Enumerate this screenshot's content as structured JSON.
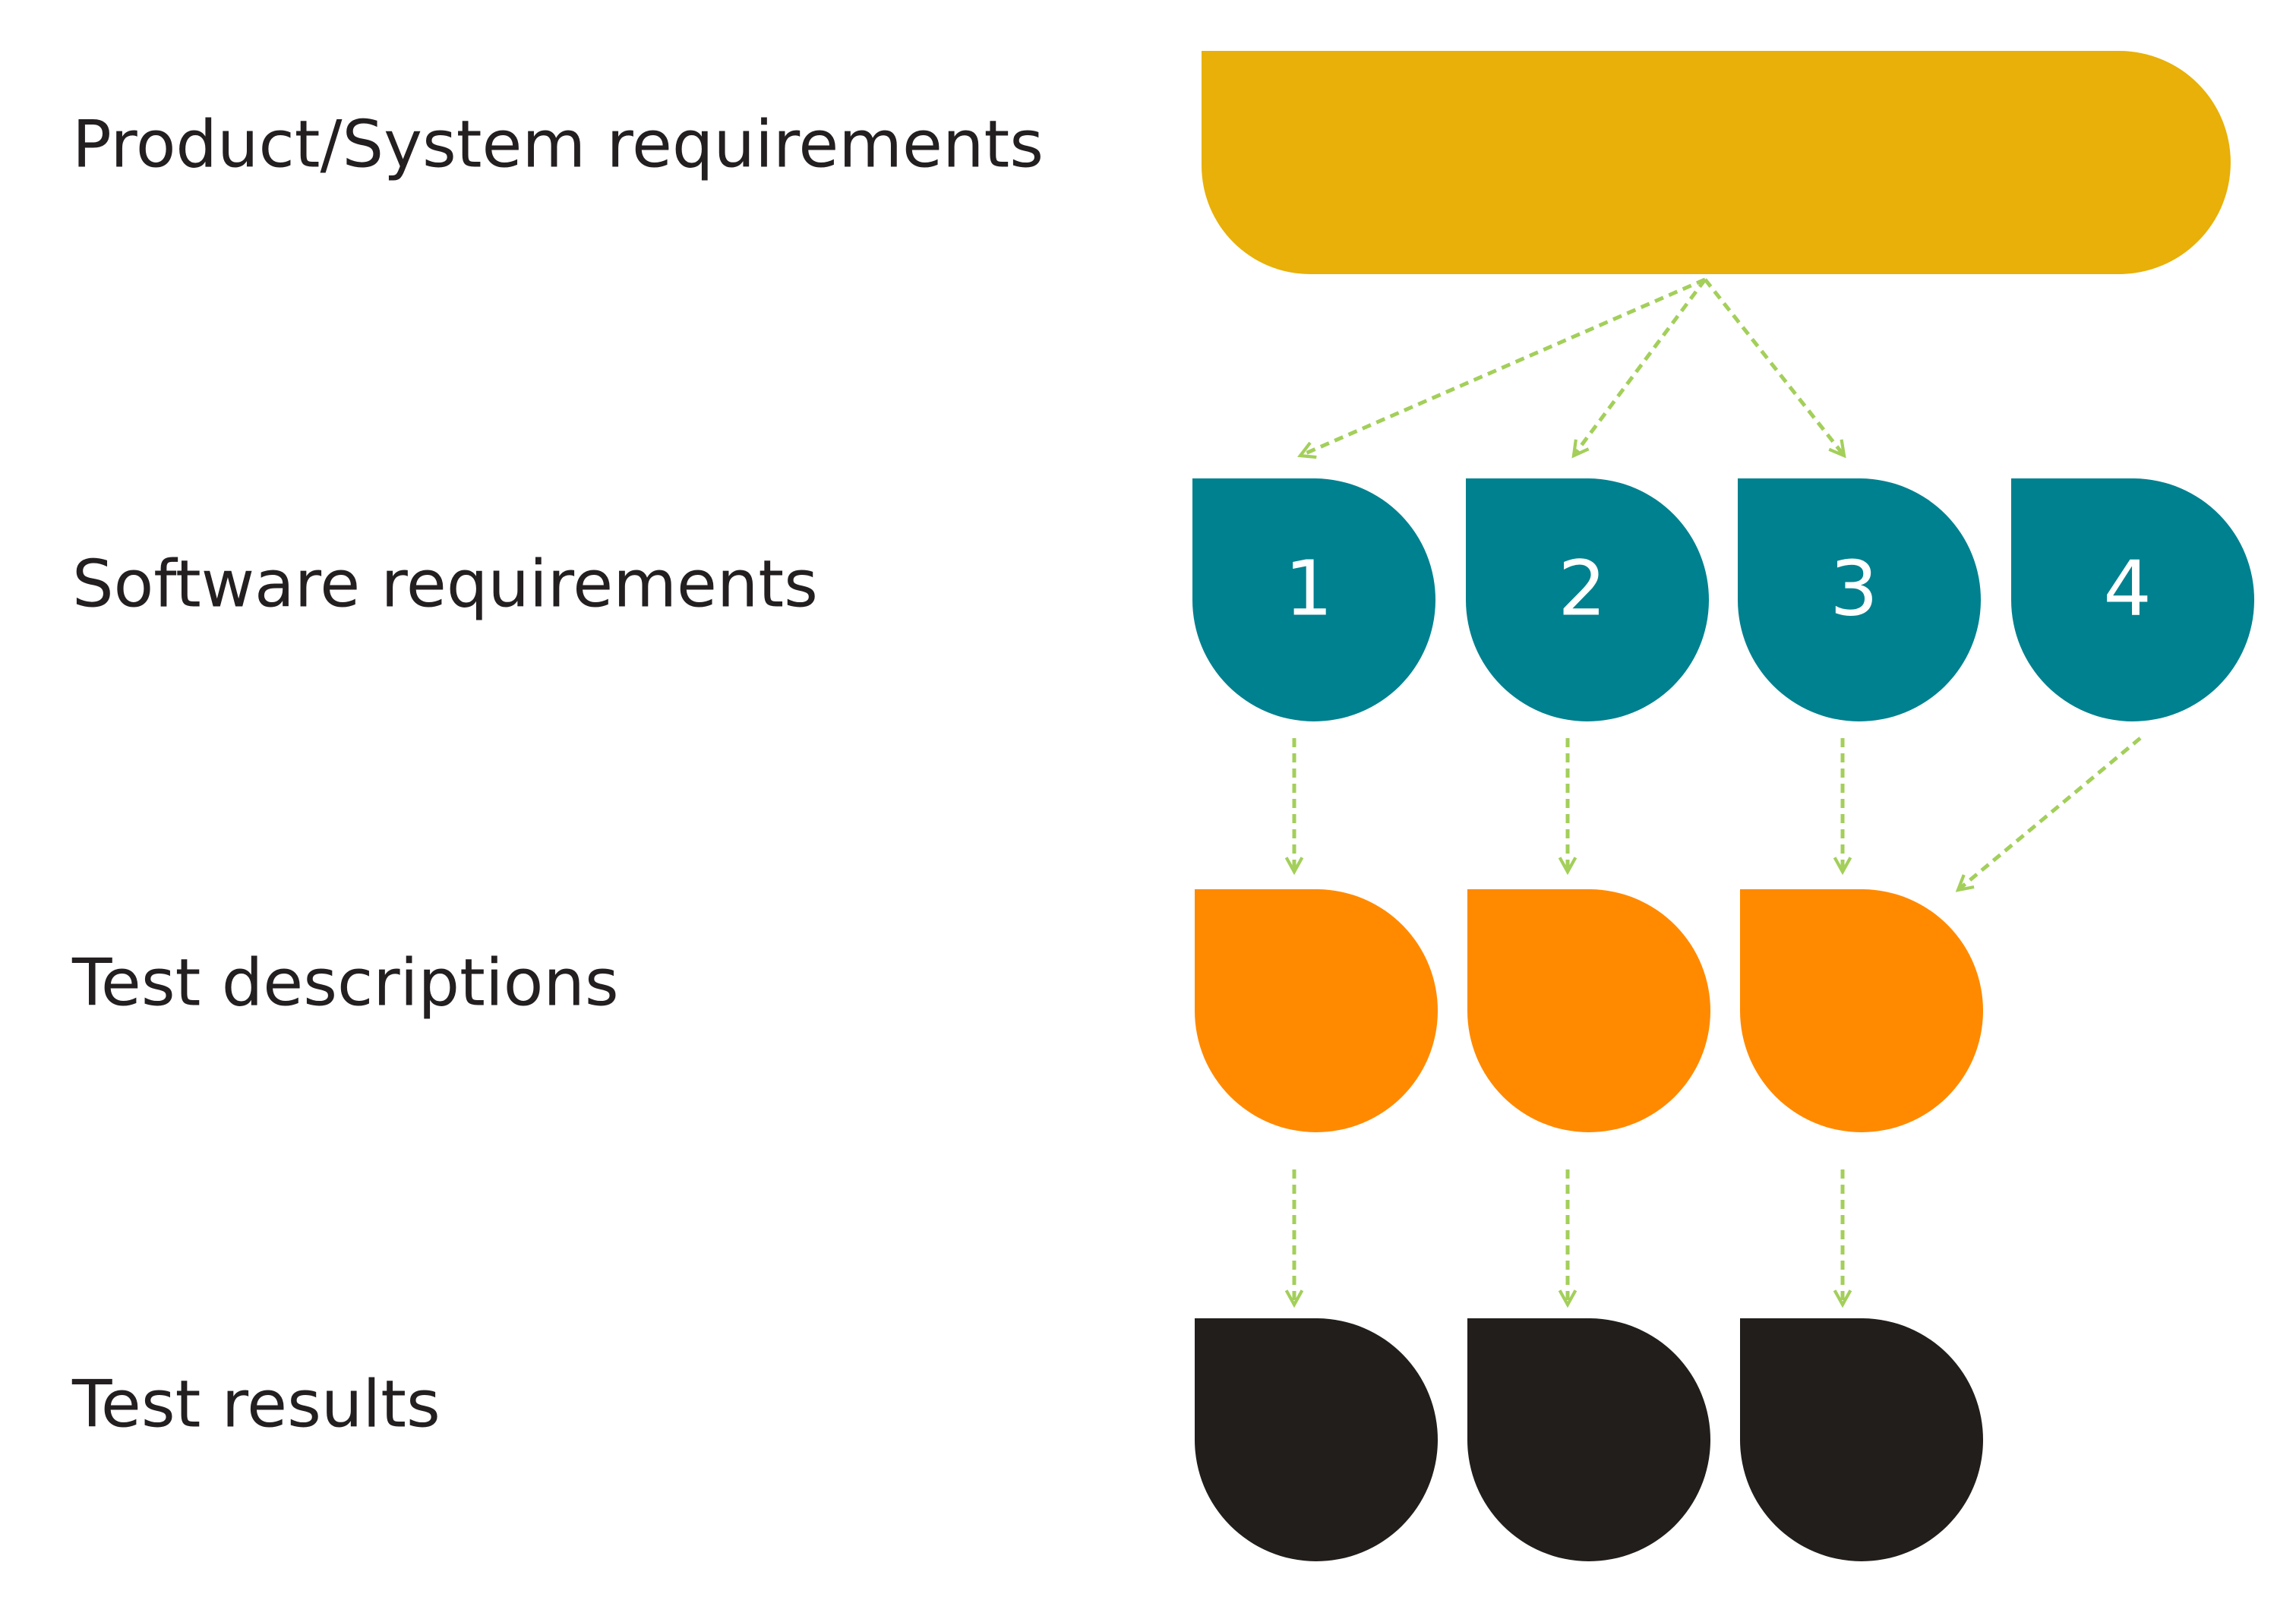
{
  "labels": {
    "product": "Product/System requirements",
    "software": "Software requirements",
    "test_descriptions": "Test descriptions",
    "test_results": "Test results"
  },
  "software_requirements": [
    "1",
    "2",
    "3",
    "4"
  ],
  "colors": {
    "product": "#e8b008",
    "software": "#00818f",
    "test_description": "#ff8a00",
    "test_result": "#221e1c",
    "connector": "#a3cf5a",
    "label_text": "#231f20"
  }
}
